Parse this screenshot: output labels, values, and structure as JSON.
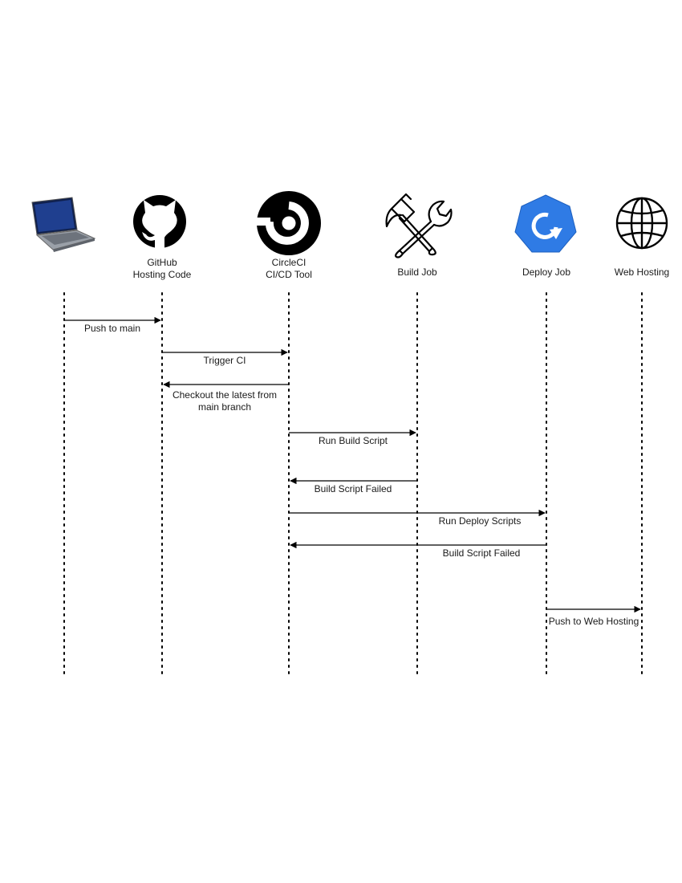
{
  "participants": [
    {
      "id": "laptop",
      "label_lines": [],
      "icon": "laptop-icon"
    },
    {
      "id": "github",
      "label_lines": [
        "GitHub",
        "Hosting Code"
      ],
      "icon": "github-icon"
    },
    {
      "id": "circleci",
      "label_lines": [
        "CircleCI",
        "CI/CD Tool"
      ],
      "icon": "circleci-icon"
    },
    {
      "id": "build",
      "label_lines": [
        "Build Job"
      ],
      "icon": "hammer-wrench-icon"
    },
    {
      "id": "deploy",
      "label_lines": [
        "Deploy Job"
      ],
      "icon": "deploy-icon"
    },
    {
      "id": "web",
      "label_lines": [
        "Web Hosting"
      ],
      "icon": "globe-icon"
    }
  ],
  "messages": [
    {
      "from": "laptop",
      "to": "github",
      "label_lines": [
        "Push to main"
      ]
    },
    {
      "from": "github",
      "to": "circleci",
      "label_lines": [
        "Trigger CI"
      ]
    },
    {
      "from": "circleci",
      "to": "github",
      "label_lines": [
        "Checkout the latest from",
        "main branch"
      ]
    },
    {
      "from": "circleci",
      "to": "build",
      "label_lines": [
        "Run Build Script"
      ]
    },
    {
      "from": "build",
      "to": "circleci",
      "label_lines": [
        "Build Script Failed"
      ]
    },
    {
      "from": "circleci",
      "to": "deploy",
      "label_lines": [
        "Run Deploy Scripts"
      ]
    },
    {
      "from": "deploy",
      "to": "circleci",
      "label_lines": [
        "Build Script Failed"
      ]
    },
    {
      "from": "deploy",
      "to": "web",
      "label_lines": [
        "Push to Web Hosting"
      ]
    }
  ],
  "colors": {
    "line": "#000000",
    "text": "#1a1a1a",
    "deploy_blue": "#2f7be5",
    "laptop_screen": "#1f3f8f",
    "laptop_body": "#8c9098"
  }
}
